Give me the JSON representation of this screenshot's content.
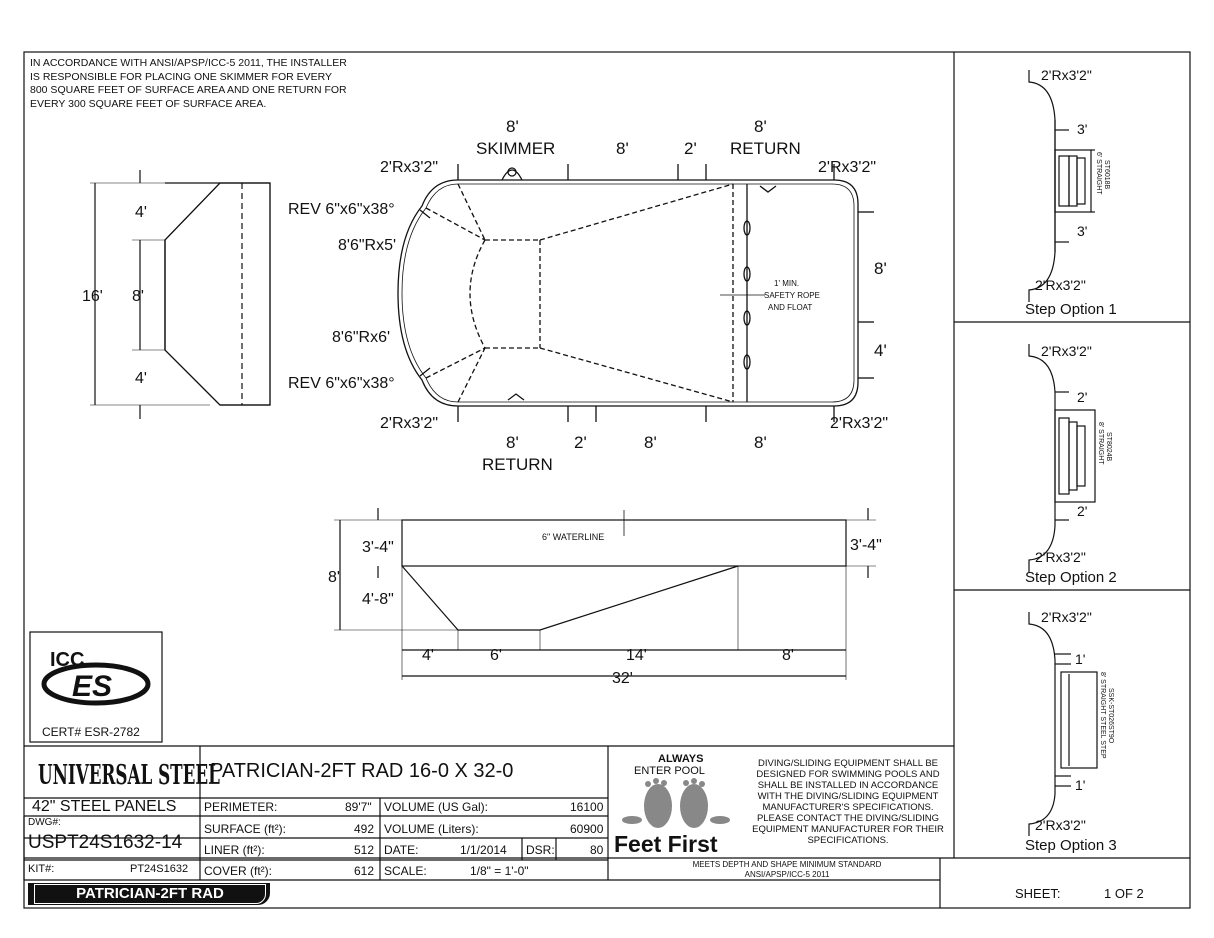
{
  "notice": "IN ACCORDANCE WITH ANSI/APSP/ICC-5 2011, THE INSTALLER IS RESPONSIBLE FOR PLACING ONE SKIMMER FOR EVERY 800 SQUARE FEET OF SURFACE AREA AND ONE RETURN FOR EVERY 300 SQUARE FEET OF SURFACE AREA.",
  "plan": {
    "top_dims": [
      "8'",
      "8'",
      "2'",
      "8'"
    ],
    "skimmer": "SKIMMER",
    "return_top": "RETURN",
    "return_bottom": "RETURN",
    "bottom_dims": [
      "8'",
      "2'",
      "8'",
      "8'"
    ],
    "corner_tl": "2'Rx3'2\"",
    "corner_tr": "2'Rx3'2\"",
    "corner_bl": "2'Rx3'2\"",
    "corner_br": "2'Rx3'2\"",
    "rev_top": "REV 6\"x6\"x38°",
    "rev_bottom": "REV 6\"x6\"x38°",
    "arc_top": "8'6\"Rx5'",
    "arc_bottom": "8'6\"Rx6'",
    "right_dim_8": "8'",
    "right_dim_4": "4'",
    "safety_1": "1' MIN.",
    "safety_2": "SAFETY ROPE",
    "safety_3": "AND FLOAT"
  },
  "end_view": {
    "top": "4'",
    "mid": "8'",
    "bottom": "4'",
    "overall": "16'"
  },
  "section": {
    "left_top": "3'-4\"",
    "left_bottom": "4'-8\"",
    "left_overall": "8'",
    "right_top": "3'-4\"",
    "waterline": "6\" WATERLINE",
    "lengths": [
      "4'",
      "6'",
      "14'",
      "8'"
    ],
    "overall": "32'"
  },
  "steps": [
    {
      "label": "Step Option 1",
      "corner_top": "2'Rx3'2\"",
      "corner_bottom": "2'Rx3'2\"",
      "dim_a": "3'",
      "dim_b": "3'",
      "side_1": "6' STRAIGHT",
      "side_2": "ST6018B"
    },
    {
      "label": "Step Option 2",
      "corner_top": "2'Rx3'2\"",
      "corner_bottom": "2'Rx3'2\"",
      "dim_a": "2'",
      "dim_b": "2'",
      "side_1": "8' STRAIGHT",
      "side_2": "ST8024B"
    },
    {
      "label": "Step Option 3",
      "corner_top": "2'Rx3'2\"",
      "corner_bottom": "2'Rx3'2\"",
      "dim_a": "1'",
      "dim_b": "1'",
      "side_1": "8' STRAIGHT STEEL STEP",
      "side_2": "SSK-ST026ST9O"
    }
  ],
  "cert": {
    "logo_top": "ICC",
    "logo_main": "ES",
    "cert_no": "CERT# ESR-2782"
  },
  "title_block": {
    "brand": "UNIVERSAL STEEL",
    "panels": "42\"  STEEL PANELS",
    "title": "PATRICIAN-2FT RAD 16-0 X 32-0",
    "dwg_label": "DWG#:",
    "dwg": "USPT24S1632-14",
    "kit_label": "KIT#:",
    "kit": "PT24S1632",
    "badge": "PATRICIAN-2FT RAD",
    "perimeter_label": "PERIMETER:",
    "perimeter": "89'7\"",
    "surface_label": "SURFACE (ft²):",
    "surface": "492",
    "liner_label": "LINER (ft²):",
    "liner": "512",
    "cover_label": "COVER (ft²):",
    "cover": "612",
    "vol_gal_label": "VOLUME (US Gal):",
    "vol_gal": "16100",
    "vol_l_label": "VOLUME (Liters):",
    "vol_l": "60900",
    "date_label": "DATE:",
    "date": "1/1/2014",
    "dsr_label": "DSR:",
    "dsr": "80",
    "scale_label": "SCALE:",
    "scale": "1/8\" = 1'-0\"",
    "ff_1": "ALWAYS",
    "ff_2": "ENTER POOL",
    "ff_3": "Feet First",
    "disclaimer": "DIVING/SLIDING EQUIPMENT SHALL BE DESIGNED FOR SWIMMING POOLS AND SHALL BE INSTALLED IN ACCORDANCE WITH THE DIVING/SLIDING EQUIPMENT MANUFACTURER'S SPECIFICATIONS. PLEASE CONTACT THE DIVING/SLIDING EQUIPMENT MANUFACTURER FOR THEIR SPECIFICATIONS.",
    "meets": "MEETS DEPTH AND SHAPE MINIMUM STANDARD ANSI/APSP/ICC-5 2011",
    "sheet_label": "SHEET:",
    "sheet": "1 OF 2"
  }
}
